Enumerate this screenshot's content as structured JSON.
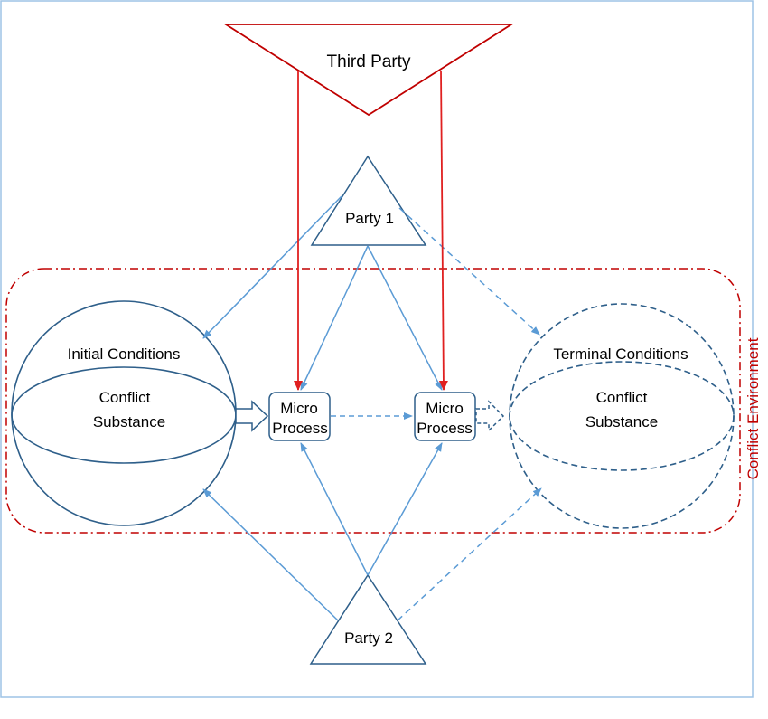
{
  "third_party": {
    "label": "Third Party",
    "color": "#c00000"
  },
  "party1": {
    "label": "Party 1"
  },
  "party2": {
    "label": "Party 2"
  },
  "initial_conditions": {
    "title": "Initial Conditions",
    "substance_line1": "Conflict",
    "substance_line2": "Substance"
  },
  "terminal_conditions": {
    "title": "Terminal Conditions",
    "substance_line1": "Conflict",
    "substance_line2": "Substance"
  },
  "micro_process_1": {
    "line1": "Micro",
    "line2": "Process"
  },
  "micro_process_2": {
    "line1": "Micro",
    "line2": "Process"
  },
  "environment": {
    "label": "Conflict Environment",
    "color": "#c00000"
  },
  "colors": {
    "outline": "#2e5f8a",
    "arrow": "#5b9bd5",
    "border": "#9dc3e6"
  }
}
